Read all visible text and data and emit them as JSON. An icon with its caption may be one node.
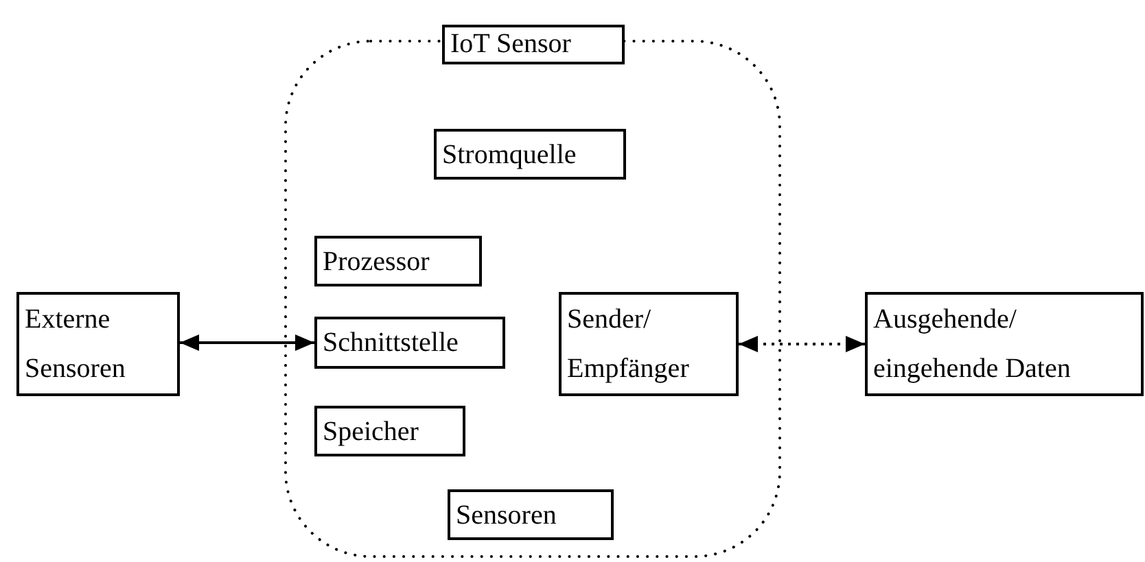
{
  "diagram": {
    "nodes": [
      {
        "text": [
          "IoT Sensor"
        ]
      },
      {
        "text": [
          "Stromquelle"
        ],
        "in": 0
      },
      {
        "text": [
          "Prozessor"
        ],
        "in": 0
      },
      {
        "text": [
          "Externe Sensoren"
        ]
      },
      {
        "text": [
          "Schnittstelle"
        ],
        "in": 0
      },
      {
        "text": [
          "Sender/ Empfänger"
        ],
        "in": 0
      },
      {
        "text": [
          "Ausgehende/ eingehende Daten"
        ]
      },
      {
        "text": [
          "Speicher"
        ],
        "in": 0
      },
      {
        "text": [
          "Sensoren"
        ],
        "in": 0
      }
    ],
    "edges": [
      {
        "from": 3,
        "to": 4,
        "arrow": "both"
      },
      {
        "from": 5,
        "to": 6,
        "arrow": "both",
        "style": "dashed"
      }
    ]
  }
}
